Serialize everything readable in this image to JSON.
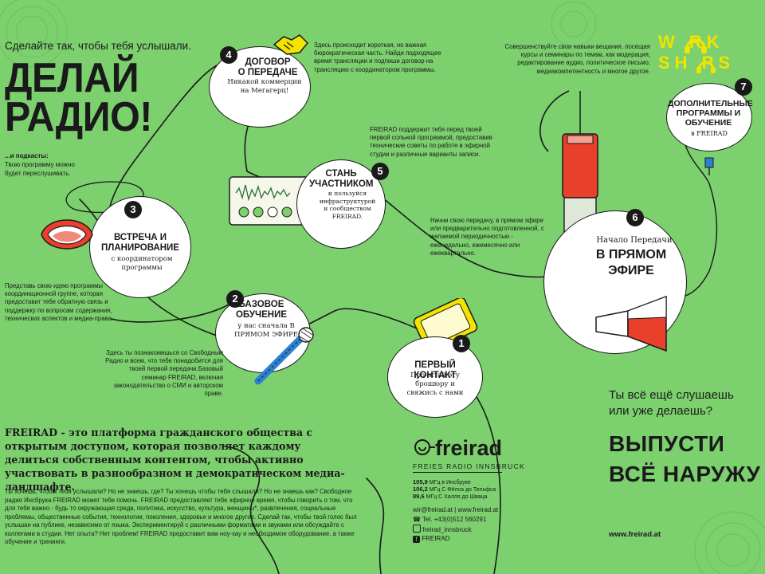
{
  "header": {
    "tagline": "Сделайте так, чтобы тебя услышали.",
    "title_line1": "ДЕЛАЙ",
    "title_line2": "РАДИО!",
    "podcast_bold": "...и подкасты:",
    "podcast_text": "Твою программу можно будет переслушивать."
  },
  "steps": [
    {
      "num": "1",
      "title": "ПЕРВЫЙ КОНТАКТ",
      "sub": "Прочитай эту брошюру и свяжись с нами"
    },
    {
      "num": "2",
      "title_l1": "БАЗОВОЕ",
      "title_l2": "ОБУЧЕНИЕ",
      "sub": "у нас сначала В ПРЯМОМ ЭФИРЕ"
    },
    {
      "num": "3",
      "title_l1": "ВСТРЕЧА И",
      "title_l2": "ПЛАНИРОВАНИЕ",
      "sub": "с координатором программы"
    },
    {
      "num": "4",
      "title_l1": "ДОГОВОР",
      "title_l2": "О ПЕРЕДАЧЕ",
      "sub": "Никакой коммерции на Мегагерц!"
    },
    {
      "num": "5",
      "title_l1": "СТАНЬ",
      "title_l2": "УЧАСТНИКОМ",
      "sub": "и пользуйся инфраструктурой и сообществом FREIRAD."
    },
    {
      "num": "6",
      "pre": "Начало Передачи",
      "title_l1": "В ПРЯМОМ",
      "title_l2": "ЭФИРЕ"
    },
    {
      "num": "7",
      "title_l1": "ДОПОЛНИТЕЛЬНЫЕ",
      "title_l2": "ПРОГРАММЫ И",
      "title_l3": "ОБУЧЕНИЕ",
      "sub": "в FREIRAD"
    }
  ],
  "notes": {
    "step1_note": "Здесь ты познакомишься со Свободным Радио и всем, что тебе понадобится для твоей первой передачи.Базовый семинар FREIRAD, включая законодательство о СМИ и авторском праве.",
    "step3_note": "Представь свою идею программы координационной группе, которая предоставит тебе обратную связь и поддержку по вопросам содержания, технических аспектов и медиа-права.",
    "step4_note": "Здесь происходит короткая, но важная бюрократическая часть. Найди подходящее время трансляции и подпиши договор на трансляцию с координатором программы.",
    "step5_note": "FREIRAD поддержит тебя перед твоей первой сольной программой, предоставив технические советы по работе в эфирной студии и различные варианты записи.",
    "step6_note": "Начни свою передачу, в прямом эфире или предварительно подготовленной, с желаемой периодичностью - еженедельно, ежемесячно или ежеквартально.",
    "step7_note": "Совершенствуйте свои навыки вещания, посещая курсы и семинары по темам, как модерация, редактирование аудио, политическое письмо, медиакомпетентность и многое другое."
  },
  "workshops": {
    "line1": "W  RK",
    "line2": "SH PS"
  },
  "cta": {
    "question_l1": "Ты всё ещё слушаешь",
    "question_l2": "или уже делаешь?",
    "release_l1": "ВЫПУСТИ",
    "release_l2": "ВСЁ НАРУЖУ",
    "website": "www.freirad.at"
  },
  "mission": "FREIRAD - это платформа гражданского общества с открытым доступом, которая позволяет каждому делиться собственным контентом, чтобы активно участвовать в разнообразном и демократическом медиа-ландшафте.",
  "body_text": "Ты хочешь, чтобы тебя услышали? Но не знаешь, где? Ты хочешь чтобы тебя слышали? Но не знаешь как? Свободное радио Инсбрука FREIRAD может тебе помочь. FREIRAD предоставляет тебе эфирное время, чтобы говорить о том, что для тебя важно - будь то окружающая среда, политика, искусство, культура, женщины*, развлечения, социальные проблемы, общественные события, технологии, поколения, здоровье и многое другое. Сделай так, чтобы твой голос был услышан на публике, независимо от языка. Экспериментируй с различными форматами и звуками или обсуждайте с коллегами в студии. Нет опыта? Нет проблем! FREIRAD предоставит вам ноу-хау и необходимое оборудование, а также обучение и тренинги.",
  "logo": {
    "name": "freirad",
    "subtitle": "FREIES RADIO INNSBRUCK",
    "frequencies": [
      {
        "freq": "105,9",
        "label": "МГц в Инсбруке"
      },
      {
        "freq": "106,2",
        "label": "МГц С Фёлса до Тельфса"
      },
      {
        "freq": "89,6",
        "label": "МГц С Халля до Шваца"
      }
    ],
    "contacts": [
      {
        "icon": "",
        "text": "wir@freirad.at | www.freirad.at"
      },
      {
        "icon": "phone-icon",
        "text": "Tel. +43(0)512 560291"
      },
      {
        "icon": "instagram-icon",
        "text": "freirad_innsbruck"
      },
      {
        "icon": "facebook-icon",
        "text": "FREIRAD"
      }
    ]
  },
  "colors": {
    "background": "#7cd06e",
    "accent_yellow": "#f2e300",
    "accent_red": "#e8402a",
    "ink": "#1a1a1a"
  }
}
